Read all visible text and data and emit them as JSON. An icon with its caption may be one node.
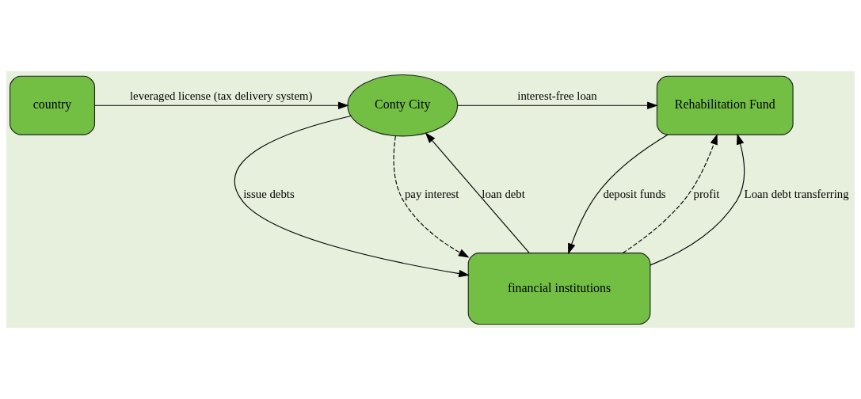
{
  "diagram": {
    "nodes": [
      {
        "text": [
          "country"
        ]
      },
      {
        "text": [
          "Conty City"
        ]
      },
      {
        "text": [
          "Rehabilitation Fund"
        ]
      },
      {
        "text": [
          "financial institutions"
        ]
      }
    ],
    "edges": [
      {
        "from": 0,
        "to": 1,
        "arrow": "to",
        "label": "leveraged license (tax delivery system)"
      },
      {
        "from": 1,
        "to": 2,
        "arrow": "to",
        "label": "interest-free loan"
      },
      {
        "from": 1,
        "to": 3,
        "arrow": "to",
        "label": "issue debts"
      },
      {
        "from": 3,
        "to": 1,
        "arrow": "to",
        "label": "loan debt"
      },
      {
        "from": 1,
        "to": 3,
        "arrow": "to",
        "label": "pay interest",
        "style": "dashed"
      },
      {
        "from": 3,
        "to": 2,
        "arrow": "to",
        "label": "profit",
        "style": "dashed"
      },
      {
        "from": 3,
        "to": 2,
        "arrow": "to",
        "label": "Loan debt transferring"
      },
      {
        "from": 2,
        "to": 3,
        "arrow": "to",
        "label": "deposit funds"
      }
    ]
  }
}
